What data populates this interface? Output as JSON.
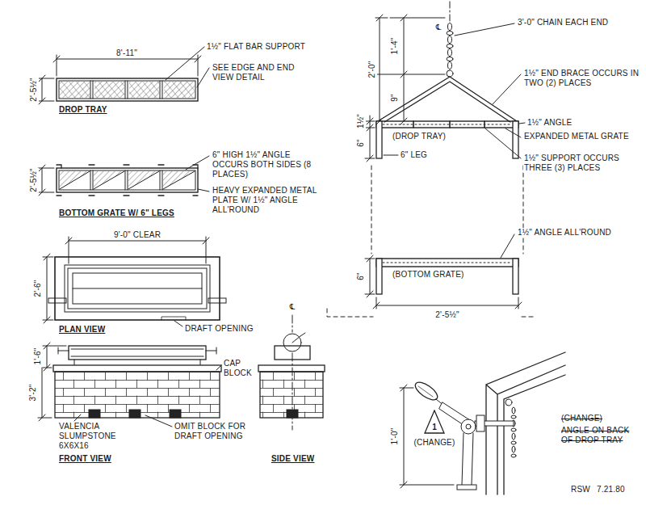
{
  "diagram": {
    "nodes": [
      {
        "text": [
          "1"
        ]
      }
    ],
    "labels": [
      "8'-11\"",
      "2'-5½\"",
      "1½\" FLAT BAR SUPPORT",
      "SEE EDGE AND END VIEW DETAIL",
      "DROP TRAY",
      "2'-5½\"",
      "6\" HIGH 1½\" ANGLE OCCURS BOTH SIDES (8 PLACES)",
      "HEAVY EXPANDED METAL PLATE W/ 1½\" ANGLE ALL'ROUND",
      "BOTTOM GRATE W/ 6\" LEGS",
      "9'-0\" CLEAR",
      "2'-6\"",
      "PLAN VIEW",
      "DRAFT OPENING",
      "1'-6\"",
      "3'-2\"",
      "CAP BLOCK",
      "VALENCIA SLUMPSTONE 6X6X16",
      "OMIT BLOCK FOR DRAFT OPENING",
      "FRONT VIEW",
      "℄",
      "SIDE VIEW",
      "℄",
      "3'-0\" CHAIN EACH END",
      "1'-4\"",
      "2'-0\"",
      "9\"",
      "1½\"",
      "6\"",
      "1½\" END BRACE OCCURS IN TWO (2) PLACES",
      "1½\" ANGLE",
      "(DROP TRAY)",
      "6\" LEG",
      "EXPANDED METAL GRATE",
      "1½\" SUPPORT OCCURS THREE (3) PLACES",
      "1½\" ANGLE ALL'ROUND",
      "(BOTTOM GRATE)",
      "6\"",
      "2'-5½\"",
      "1'-0\"",
      "(CHANGE)",
      "(CHANGE)",
      "ANGLE ON BACK OF DROP TRAY",
      "RSW",
      "7.21.80"
    ]
  }
}
